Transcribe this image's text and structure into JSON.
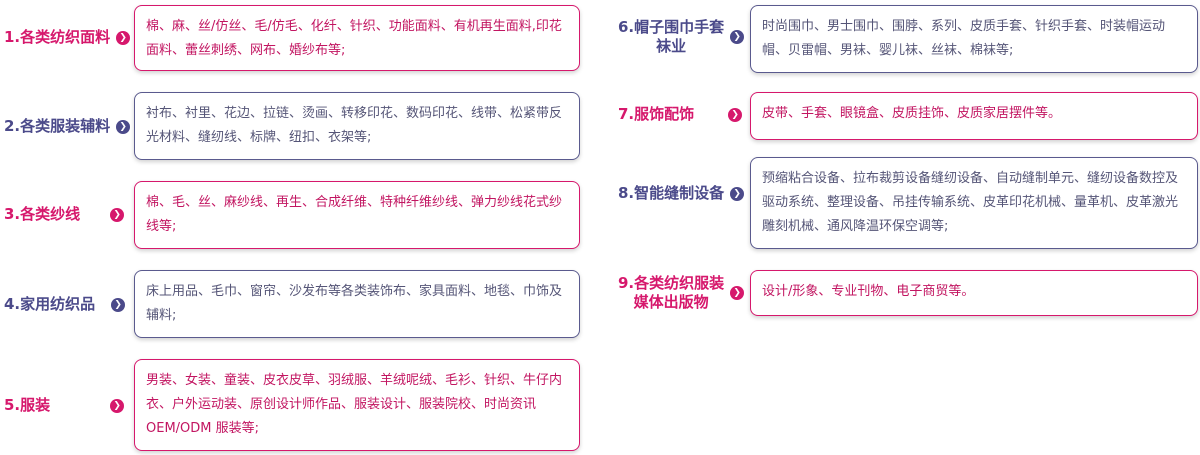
{
  "left": [
    {
      "label": "1.各类纺织面料",
      "text": "棉、麻、丝/仿丝、毛/仿毛、化纤、针织、功能面料、有机再生面料,印花面料、蕾丝刺绣、网布、婚纱布等;",
      "theme": "pink"
    },
    {
      "label": "2.各类服装辅料",
      "text": "衬布、衬里、花边、拉链、烫画、转移印花、数码印花、线带、松紧带反光材料、缝纫线、标牌、纽扣、衣架等;",
      "theme": "purple"
    },
    {
      "label": "3.各类纱线",
      "text": "棉、毛、丝、麻纱线、再生、合成纤维、特种纤维纱线、弹力纱线花式纱线等;",
      "theme": "pink"
    },
    {
      "label": "4.家用纺织品",
      "text": "床上用品、毛巾、窗帘、沙发布等各类装饰布、家具面料、地毯、巾饰及辅料;",
      "theme": "purple"
    },
    {
      "label": "5.服装",
      "text": "男装、女装、童装、皮衣皮草、羽绒服、羊绒呢绒、毛衫、针织、牛仔内衣、户外运动装、原创设计师作品、服装设计、服装院校、时尚资讯OEM/ODM 服装等;",
      "theme": "pink"
    }
  ],
  "right": [
    {
      "label_lines": [
        "6.帽子围巾手套",
        "袜业"
      ],
      "text": "时尚围巾、男士围巾、围脖、系列、皮质手套、针织手套、时装帽运动帽、贝雷帽、男袜、婴儿袜、丝袜、棉袜等;",
      "theme": "purple"
    },
    {
      "label_lines": [
        "7.服饰配饰"
      ],
      "text": "皮带、手套、眼镜盒、皮质挂饰、皮质家居摆件等。",
      "theme": "pink"
    },
    {
      "label_lines": [
        "8.智能缝制设备"
      ],
      "text": "预缩粘合设备、拉布裁剪设备缝纫设备、自动缝制单元、缝纫设备数控及驱动系统、整理设备、吊挂传输系统、皮革印花机械、量革机、皮革激光雕刻机械、通风降温环保空调等;",
      "theme": "purple"
    },
    {
      "label_lines": [
        "9.各类纺织服装",
        "媒体出版物"
      ],
      "text": "设计/形象、专业刊物、电子商贸等。",
      "theme": "pink"
    }
  ],
  "arrow_glyph": "❯"
}
